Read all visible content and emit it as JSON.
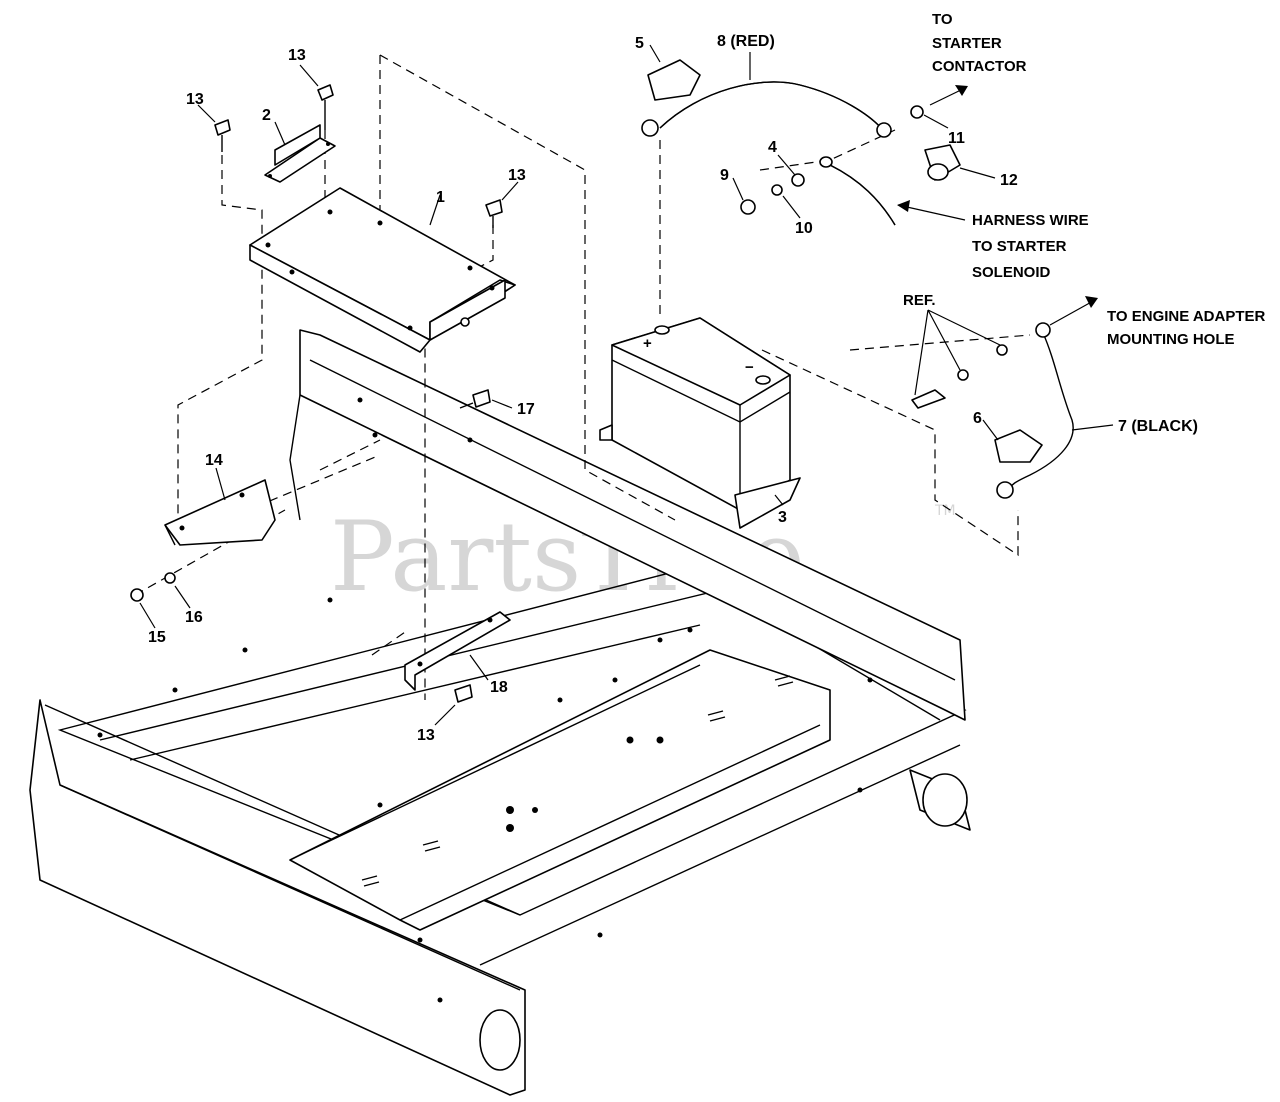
{
  "watermark": {
    "text": "PartsTree",
    "tm": "TM"
  },
  "callouts": [
    {
      "id": "c1",
      "text": "1"
    },
    {
      "id": "c2",
      "text": "2"
    },
    {
      "id": "c3",
      "text": "3"
    },
    {
      "id": "c4",
      "text": "4"
    },
    {
      "id": "c5",
      "text": "5"
    },
    {
      "id": "c6",
      "text": "6"
    },
    {
      "id": "c7",
      "text": "7 (BLACK)"
    },
    {
      "id": "c8",
      "text": "8 (RED)"
    },
    {
      "id": "c9",
      "text": "9"
    },
    {
      "id": "c10",
      "text": "10"
    },
    {
      "id": "c11",
      "text": "11"
    },
    {
      "id": "c12",
      "text": "12"
    },
    {
      "id": "c13a",
      "text": "13"
    },
    {
      "id": "c13b",
      "text": "13"
    },
    {
      "id": "c13c",
      "text": "13"
    },
    {
      "id": "c13d",
      "text": "13"
    },
    {
      "id": "c14",
      "text": "14"
    },
    {
      "id": "c15",
      "text": "15"
    },
    {
      "id": "c16",
      "text": "16"
    },
    {
      "id": "c17",
      "text": "17"
    },
    {
      "id": "c18",
      "text": "18"
    }
  ],
  "notes": {
    "starter_contactor": [
      "TO",
      "STARTER",
      "CONTACTOR"
    ],
    "harness_wire": [
      "HARNESS WIRE",
      "TO STARTER",
      "SOLENOID"
    ],
    "engine_adapter": [
      "TO ENGINE ADAPTER",
      "MOUNTING HOLE"
    ],
    "ref": "REF."
  },
  "battery_marks": {
    "plus": "+",
    "minus": "−"
  }
}
